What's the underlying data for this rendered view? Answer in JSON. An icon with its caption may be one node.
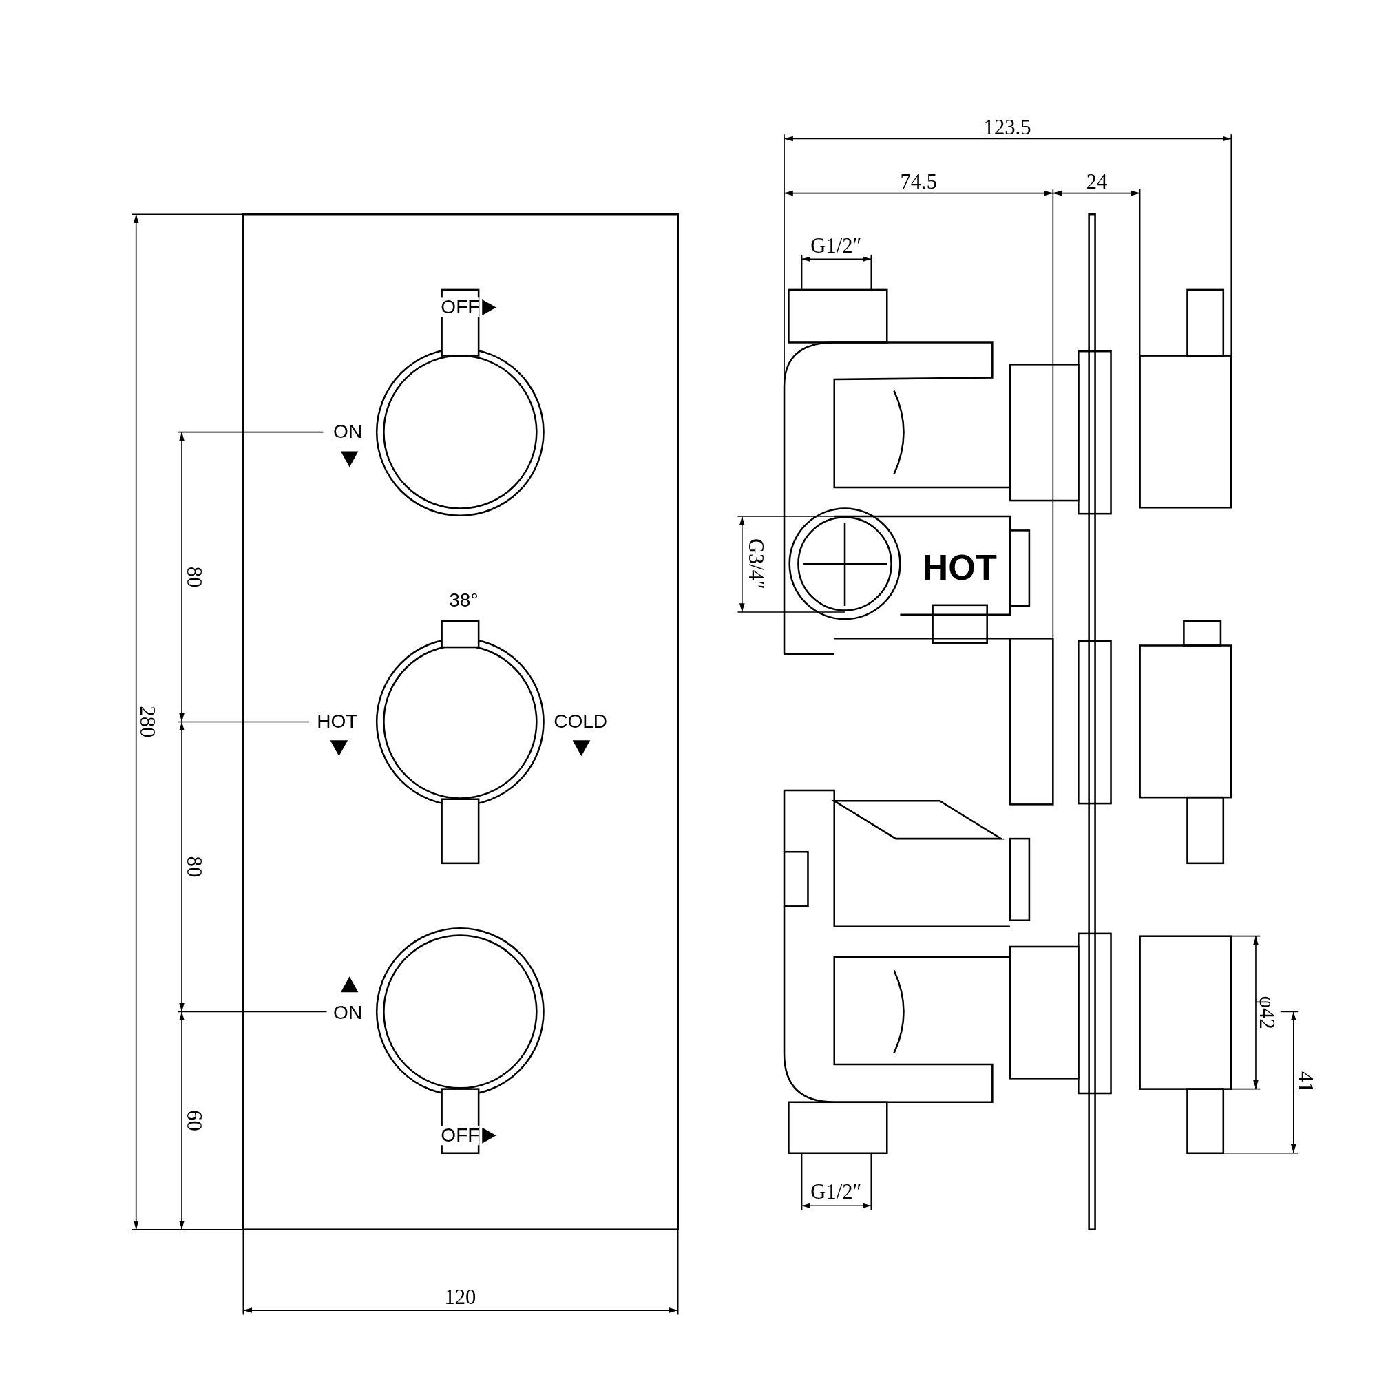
{
  "diagram": {
    "labels": [
      "123.5",
      "74.5",
      "24",
      "G1/2″",
      "OFF",
      "ON",
      "G3/4″",
      "HOT",
      "38°",
      "80",
      "280",
      "HOT",
      "COLD",
      "80",
      "φ42",
      "41",
      "ON",
      "60",
      "OFF",
      "G1/2″",
      "120"
    ]
  }
}
